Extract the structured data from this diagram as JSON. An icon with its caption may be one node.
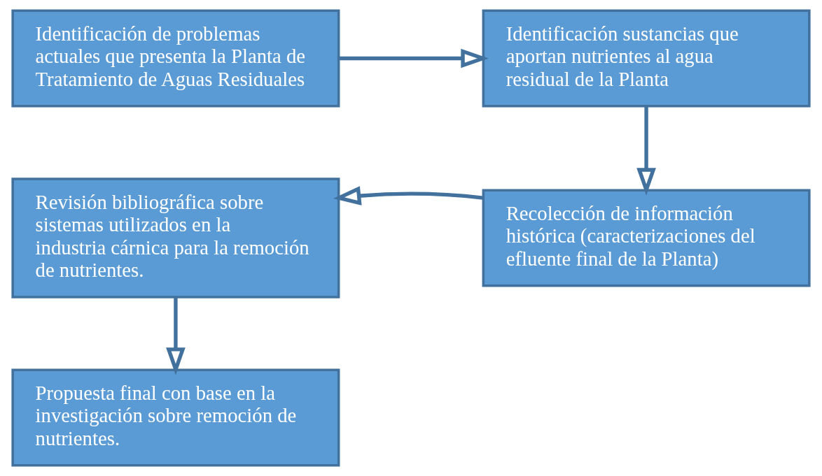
{
  "diagram": {
    "nodes": [
      {
        "text": [
          "Identificación de problemas actuales que presenta la Planta de Tratamiento de Aguas Residuales"
        ]
      },
      {
        "text": [
          "Identificación sustancias que aportan nutrientes al agua residual de la Planta"
        ]
      },
      {
        "text": [
          "Recolección de información histórica (caracterizaciones del efluente final de la Planta)"
        ]
      },
      {
        "text": [
          "Revisión bibliográfica sobre sistemas utilizados en la industria cárnica para la remoción de nutrientes."
        ]
      },
      {
        "text": [
          "Propuesta final con base en la investigación sobre remoción de nutrientes."
        ]
      }
    ],
    "edges": [
      {
        "from": 0,
        "to": 1,
        "arrow": "to"
      },
      {
        "from": 1,
        "to": 2,
        "arrow": "to"
      },
      {
        "from": 2,
        "to": 3,
        "arrow": "to"
      },
      {
        "from": 3,
        "to": 4,
        "arrow": "to"
      }
    ]
  }
}
